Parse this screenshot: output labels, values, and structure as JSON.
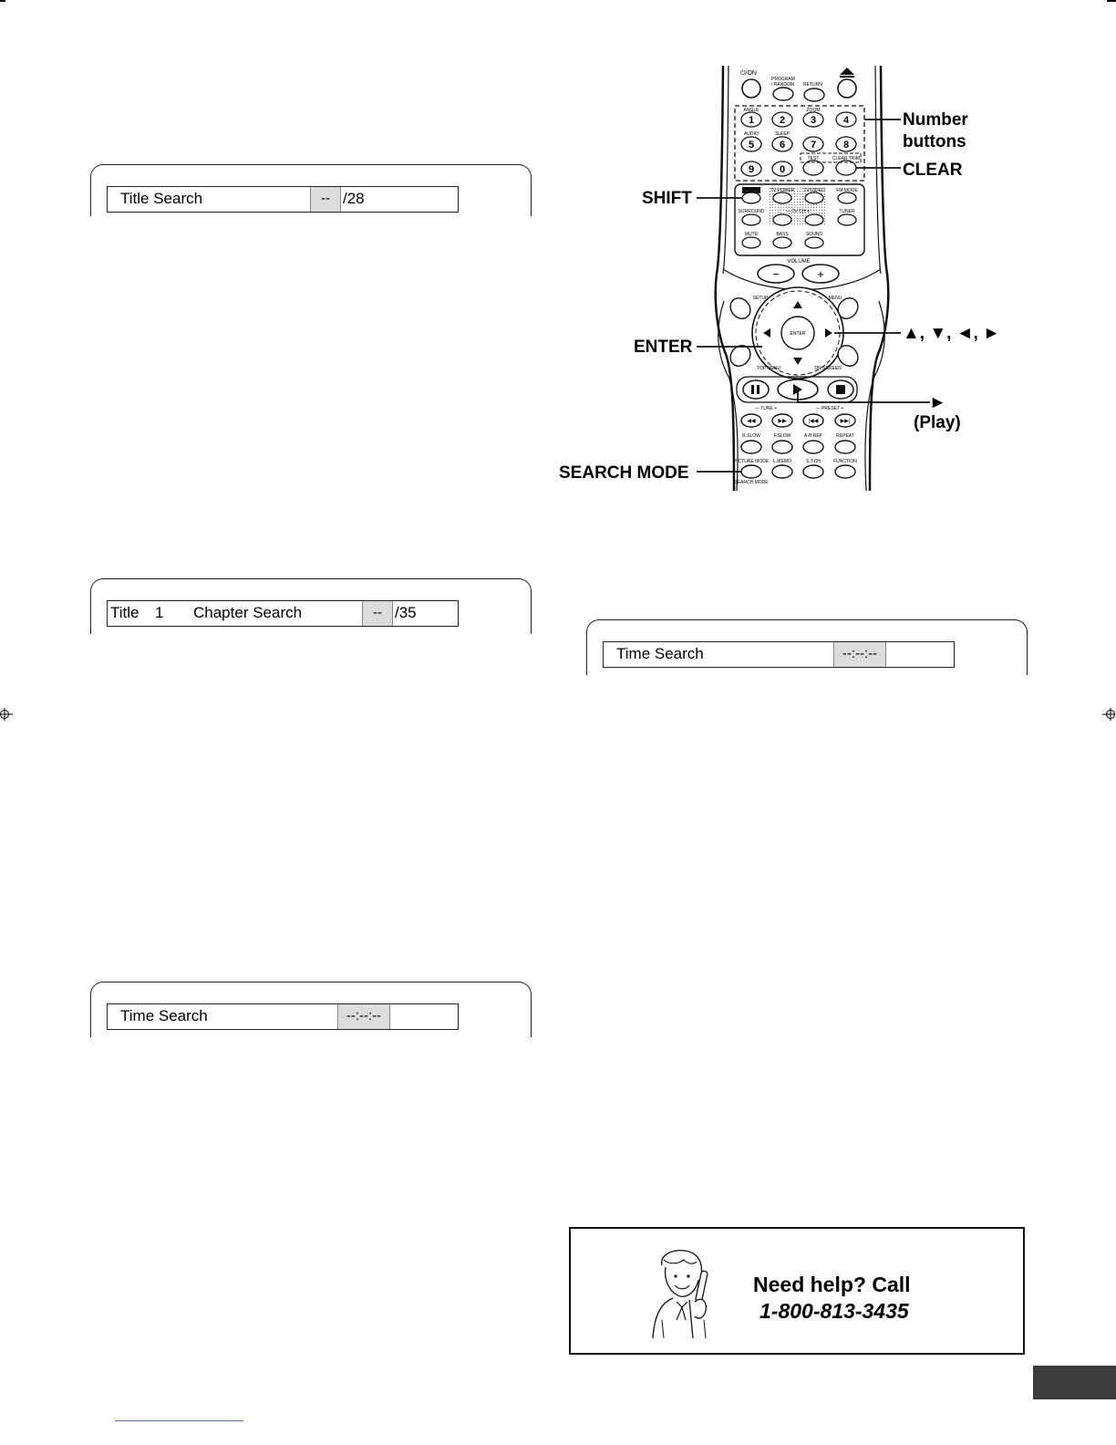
{
  "osd": {
    "title_search": {
      "label": "Title Search",
      "field": "--",
      "total": "/28"
    },
    "chapter_search": {
      "title_label": "Title",
      "title_number": "1",
      "label": "Chapter Search",
      "field": "--",
      "total": "/35"
    },
    "time_search_left": {
      "label": "Time Search",
      "field": "--:--:--"
    },
    "time_search_right": {
      "label": "Time Search",
      "field": "--:--:--"
    }
  },
  "remote": {
    "callouts": {
      "number_buttons": [
        "Number",
        "buttons"
      ],
      "clear": "CLEAR",
      "shift": "SHIFT",
      "enter": "ENTER",
      "arrows": "▲, ▼, ◄, ►",
      "play_symbol": "►",
      "play_label": "(Play)",
      "search_mode": "SEARCH MODE"
    },
    "button_labels": {
      "power": "⏻/ON",
      "program": "PROGRAM / RANDOM",
      "return": "RETURN",
      "angle": "ANGLE",
      "zoom": "ZOOM",
      "audio": "AUDIO",
      "sleep": "SLEEP",
      "test": "TEST",
      "clear_trim": "CLEAR TRIM",
      "tv_power": "TV POWER",
      "tv_video": "TV/VIDEO",
      "fm_mode": "FM MODE",
      "surround": "SURROUND",
      "tv_ch": "— TV CH +",
      "tuner": "TUNER",
      "mute": "MUTE",
      "bass": "BASS",
      "sound": "SOUND",
      "volume": "VOLUME",
      "vol_minus": "−",
      "vol_plus": "+",
      "setup": "SETUP",
      "menu": "MENU",
      "enter": "ENTER",
      "top_menu": "TOP MENU",
      "on_screen": "ON SCREEN",
      "tune": "— TUNE +",
      "preset": "— PRESET +",
      "rslow": "R.SLOW",
      "fslow": "F.SLOW",
      "ab_rep": "A-B REP",
      "repeat": "REPEAT",
      "picture_mode": "PICTURE MODE",
      "lmemo": "L.MEMO",
      "stch": "S.T.CH",
      "function": "FUNCTION",
      "search_mode": "SEARCH MODE"
    },
    "digits": [
      "1",
      "2",
      "3",
      "4",
      "5",
      "6",
      "7",
      "8",
      "9",
      "0"
    ]
  },
  "help": {
    "line1": "Need help? Call",
    "line2": "1-800-813-3435"
  }
}
